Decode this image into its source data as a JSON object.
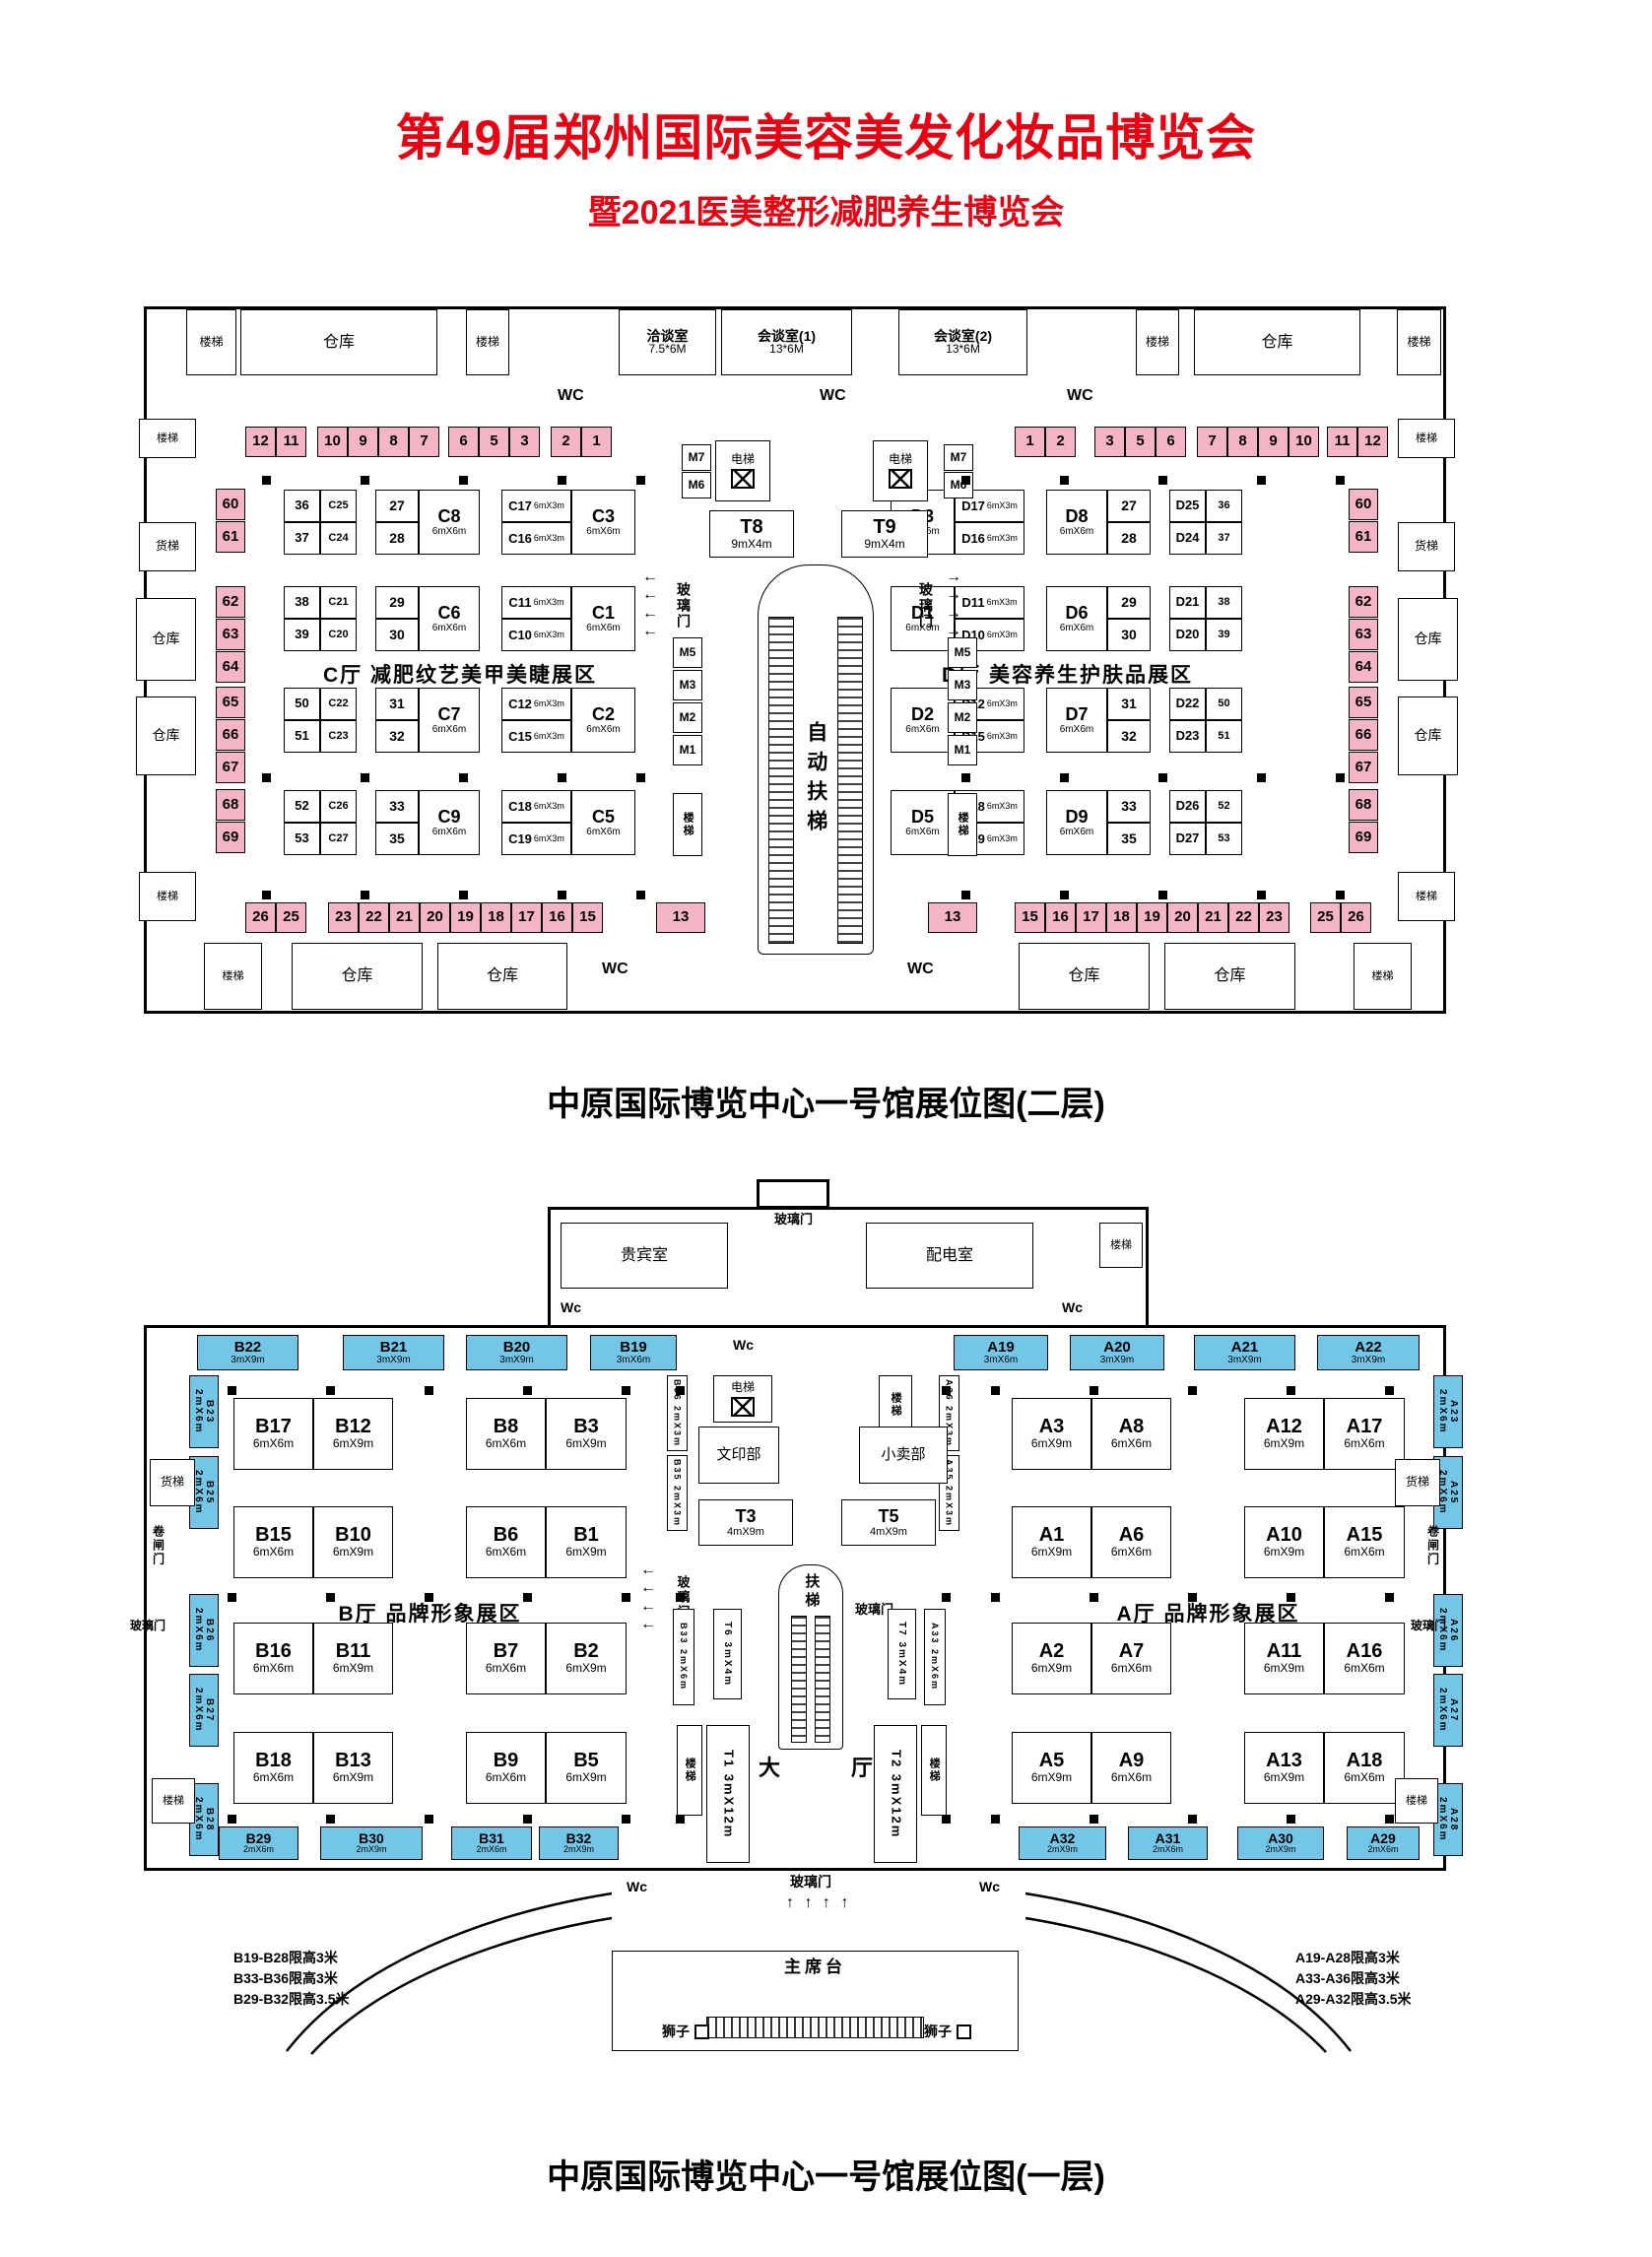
{
  "header": {
    "title": "第49届郑州国际美容美发化妆品博览会",
    "subtitle": "暨2021医美整形减肥养生博览会"
  },
  "colors": {
    "accent_red": "#E60012",
    "pink_booth": "#F5B5C6",
    "blue_booth": "#74C6E8"
  },
  "labels": {
    "stair": "楼梯",
    "warehouse": "仓库",
    "wc_upper": "WC",
    "wc_lower": "Wc",
    "elevator": "电梯",
    "freight_elevator": "货梯",
    "glass_door": "玻璃门",
    "roller_door": "卷闸门",
    "auto_escalator": "自动扶梯",
    "escalator": "扶梯",
    "print_room": "文印部",
    "kiosk": "小卖部",
    "vip_room": "贵宾室",
    "power_room": "配电室",
    "lobby_left": "大",
    "lobby_right": "厅",
    "stage": "主席台",
    "lion": "狮子",
    "booth13": "13"
  },
  "floor2": {
    "caption": "中原国际博览中心一号馆展位图(二层)",
    "hall_c_title": "C厅  减肥纹艺美甲美睫展区",
    "hall_d_title": "D厅  美容养生护肤品展区",
    "rooms": {
      "negotiation": {
        "name": "洽谈室",
        "size": "7.5*6M"
      },
      "meeting1": {
        "name": "会谈室(1)",
        "size": "13*6M"
      },
      "meeting2": {
        "name": "会谈室(2)",
        "size": "13*6M"
      }
    },
    "t8": {
      "id": "T8",
      "size": "9mX4m"
    },
    "t9": {
      "id": "T9",
      "size": "9mX4m"
    },
    "m_top": [
      "M7",
      "M6"
    ],
    "m_side": [
      "M5",
      "M3",
      "M2",
      "M1"
    ],
    "pink_top_left": [
      [
        "12",
        "11"
      ],
      [
        "10",
        "9",
        "8",
        "7"
      ],
      [
        "6",
        "5",
        "3"
      ],
      [
        "2",
        "1"
      ]
    ],
    "pink_top_right": [
      [
        "1",
        "2"
      ],
      [
        "3",
        "5",
        "6"
      ],
      [
        "7",
        "8",
        "9",
        "10"
      ],
      [
        "11",
        "12"
      ]
    ],
    "pink_bottom_left": [
      [
        "26",
        "25"
      ],
      [
        "23",
        "22",
        "21",
        "20",
        "19",
        "18",
        "17",
        "16",
        "15"
      ]
    ],
    "pink_bottom_right": [
      [
        "15",
        "16",
        "17",
        "18",
        "19",
        "20",
        "21",
        "22",
        "23"
      ],
      [
        "25",
        "26"
      ]
    ],
    "pink_side_col": [
      [
        "60",
        "61"
      ],
      [
        "62",
        "63",
        "64"
      ],
      [
        "65",
        "66",
        "67"
      ],
      [
        "68",
        "69"
      ]
    ],
    "c_rows": [
      [
        {
          "t": "duo",
          "a": [
            "36",
            "C25"
          ],
          "b": [
            "37",
            "C24"
          ]
        },
        {
          "t": "stack",
          "a": "27",
          "b": "28"
        },
        {
          "t": "big",
          "id": "C8",
          "size": "6mX6m"
        },
        {
          "t": "half",
          "a": {
            "id": "C17",
            "size": "6mX3m"
          },
          "b": {
            "id": "C16",
            "size": "6mX3m"
          }
        },
        {
          "t": "big",
          "id": "C3",
          "size": "6mX6m"
        }
      ],
      [
        {
          "t": "duo",
          "a": [
            "38",
            "C21"
          ],
          "b": [
            "39",
            "C20"
          ]
        },
        {
          "t": "stack",
          "a": "29",
          "b": "30"
        },
        {
          "t": "big",
          "id": "C6",
          "size": "6mX6m"
        },
        {
          "t": "half",
          "a": {
            "id": "C11",
            "size": "6mX3m"
          },
          "b": {
            "id": "C10",
            "size": "6mX3m"
          }
        },
        {
          "t": "big",
          "id": "C1",
          "size": "6mX6m"
        }
      ],
      [
        {
          "t": "duo",
          "a": [
            "50",
            "C22"
          ],
          "b": [
            "51",
            "C23"
          ]
        },
        {
          "t": "stack",
          "a": "31",
          "b": "32"
        },
        {
          "t": "big",
          "id": "C7",
          "size": "6mX6m"
        },
        {
          "t": "half",
          "a": {
            "id": "C12",
            "size": "6mX3m"
          },
          "b": {
            "id": "C15",
            "size": "6mX3m"
          }
        },
        {
          "t": "big",
          "id": "C2",
          "size": "6mX6m"
        }
      ],
      [
        {
          "t": "duo",
          "a": [
            "52",
            "C26"
          ],
          "b": [
            "53",
            "C27"
          ]
        },
        {
          "t": "stack",
          "a": "33",
          "b": "35"
        },
        {
          "t": "big",
          "id": "C9",
          "size": "6mX6m"
        },
        {
          "t": "half",
          "a": {
            "id": "C18",
            "size": "6mX3m"
          },
          "b": {
            "id": "C19",
            "size": "6mX3m"
          }
        },
        {
          "t": "big",
          "id": "C5",
          "size": "6mX6m"
        }
      ]
    ],
    "d_rows": [
      [
        {
          "t": "big",
          "id": "D3",
          "size": "6mX6m"
        },
        {
          "t": "half",
          "a": {
            "id": "D17",
            "size": "6mX3m"
          },
          "b": {
            "id": "D16",
            "size": "6mX3m"
          }
        },
        {
          "t": "big",
          "id": "D8",
          "size": "6mX6m"
        },
        {
          "t": "stack",
          "a": "27",
          "b": "28"
        },
        {
          "t": "duo",
          "a": [
            "D25",
            "36"
          ],
          "b": [
            "D24",
            "37"
          ]
        }
      ],
      [
        {
          "t": "big",
          "id": "D1",
          "size": "6mX6m"
        },
        {
          "t": "half",
          "a": {
            "id": "D11",
            "size": "6mX3m"
          },
          "b": {
            "id": "D10",
            "size": "6mX3m"
          }
        },
        {
          "t": "big",
          "id": "D6",
          "size": "6mX6m"
        },
        {
          "t": "stack",
          "a": "29",
          "b": "30"
        },
        {
          "t": "duo",
          "a": [
            "D21",
            "38"
          ],
          "b": [
            "D20",
            "39"
          ]
        }
      ],
      [
        {
          "t": "big",
          "id": "D2",
          "size": "6mX6m"
        },
        {
          "t": "half",
          "a": {
            "id": "D12",
            "size": "6mX3m"
          },
          "b": {
            "id": "D15",
            "size": "6mX3m"
          }
        },
        {
          "t": "big",
          "id": "D7",
          "size": "6mX6m"
        },
        {
          "t": "stack",
          "a": "31",
          "b": "32"
        },
        {
          "t": "duo",
          "a": [
            "D22",
            "50"
          ],
          "b": [
            "D23",
            "51"
          ]
        }
      ],
      [
        {
          "t": "big",
          "id": "D5",
          "size": "6mX6m"
        },
        {
          "t": "half",
          "a": {
            "id": "D18",
            "size": "6mX3m"
          },
          "b": {
            "id": "D19",
            "size": "6mX3m"
          }
        },
        {
          "t": "big",
          "id": "D9",
          "size": "6mX6m"
        },
        {
          "t": "stack",
          "a": "33",
          "b": "35"
        },
        {
          "t": "duo",
          "a": [
            "D26",
            "52"
          ],
          "b": [
            "D27",
            "53"
          ]
        }
      ]
    ]
  },
  "floor1": {
    "caption": "中原国际博览中心一号馆展位图(一层)",
    "hall_b_title": "B厅  品牌形象展区",
    "hall_a_title": "A厅  品牌形象展区",
    "blue_top": [
      {
        "id": "B22",
        "size": "3mX9m"
      },
      {
        "id": "B21",
        "size": "3mX9m"
      },
      {
        "id": "B20",
        "size": "3mX9m"
      },
      {
        "id": "B19",
        "size": "3mX6m"
      },
      {
        "id": "A19",
        "size": "3mX6m"
      },
      {
        "id": "A20",
        "size": "3mX9m"
      },
      {
        "id": "A21",
        "size": "3mX9m"
      },
      {
        "id": "A22",
        "size": "3mX9m"
      }
    ],
    "blue_bottom": [
      {
        "id": "B29",
        "size": "2mX6m"
      },
      {
        "id": "B30",
        "size": "2mX9m"
      },
      {
        "id": "B31",
        "size": "2mX6m"
      },
      {
        "id": "B32",
        "size": "2mX9m"
      },
      {
        "id": "A32",
        "size": "2mX9m"
      },
      {
        "id": "A31",
        "size": "2mX6m"
      },
      {
        "id": "A30",
        "size": "2mX9m"
      },
      {
        "id": "A29",
        "size": "2mX6m"
      }
    ],
    "blue_left": [
      {
        "id": "B23",
        "size": "2mX6m"
      },
      {
        "id": "B25",
        "size": "2mX6m"
      },
      {
        "id": "B26",
        "size": "2mX6m"
      },
      {
        "id": "B27",
        "size": "2mX6m"
      },
      {
        "id": "B28",
        "size": "2mX6m"
      }
    ],
    "blue_right": [
      {
        "id": "A23",
        "size": "2mX6m"
      },
      {
        "id": "A25",
        "size": "2mX6m"
      },
      {
        "id": "A26",
        "size": "2mX6m"
      },
      {
        "id": "A27",
        "size": "2mX6m"
      },
      {
        "id": "A28",
        "size": "2mX6m"
      }
    ],
    "b_rows": [
      [
        {
          "id": "B17",
          "size": "6mX6m"
        },
        {
          "id": "B12",
          "size": "6mX9m"
        },
        {
          "id": "B8",
          "size": "6mX6m"
        },
        {
          "id": "B3",
          "size": "6mX9m"
        }
      ],
      [
        {
          "id": "B15",
          "size": "6mX6m"
        },
        {
          "id": "B10",
          "size": "6mX9m"
        },
        {
          "id": "B6",
          "size": "6mX6m"
        },
        {
          "id": "B1",
          "size": "6mX9m"
        }
      ],
      [
        {
          "id": "B16",
          "size": "6mX6m"
        },
        {
          "id": "B11",
          "size": "6mX9m"
        },
        {
          "id": "B7",
          "size": "6mX6m"
        },
        {
          "id": "B2",
          "size": "6mX9m"
        }
      ],
      [
        {
          "id": "B18",
          "size": "6mX6m"
        },
        {
          "id": "B13",
          "size": "6mX9m"
        },
        {
          "id": "B9",
          "size": "6mX6m"
        },
        {
          "id": "B5",
          "size": "6mX9m"
        }
      ]
    ],
    "a_rows": [
      [
        {
          "id": "A3",
          "size": "6mX9m"
        },
        {
          "id": "A8",
          "size": "6mX6m"
        },
        {
          "id": "A12",
          "size": "6mX9m"
        },
        {
          "id": "A17",
          "size": "6mX6m"
        }
      ],
      [
        {
          "id": "A1",
          "size": "6mX9m"
        },
        {
          "id": "A6",
          "size": "6mX6m"
        },
        {
          "id": "A10",
          "size": "6mX9m"
        },
        {
          "id": "A15",
          "size": "6mX6m"
        }
      ],
      [
        {
          "id": "A2",
          "size": "6mX9m"
        },
        {
          "id": "A7",
          "size": "6mX6m"
        },
        {
          "id": "A11",
          "size": "6mX9m"
        },
        {
          "id": "A16",
          "size": "6mX6m"
        }
      ],
      [
        {
          "id": "A5",
          "size": "6mX9m"
        },
        {
          "id": "A9",
          "size": "6mX6m"
        },
        {
          "id": "A13",
          "size": "6mX9m"
        },
        {
          "id": "A18",
          "size": "6mX6m"
        }
      ]
    ],
    "t1": {
      "id": "T1",
      "size": "3mX12m"
    },
    "t2": {
      "id": "T2",
      "size": "3mX12m"
    },
    "t3": {
      "id": "T3",
      "size": "4mX9m"
    },
    "t5": {
      "id": "T5",
      "size": "4mX9m"
    },
    "t6": {
      "id": "T6",
      "size": "3mX4m"
    },
    "t7": {
      "id": "T7",
      "size": "3mX4m"
    },
    "strips": {
      "b36": {
        "id": "B36",
        "size": "2mX3m"
      },
      "b35": {
        "id": "B35",
        "size": "2mX3m"
      },
      "a36": {
        "id": "A36",
        "size": "2mX3m"
      },
      "a35": {
        "id": "A35",
        "size": "2mX3m"
      },
      "b33": {
        "id": "B33",
        "size": "2mX6m"
      },
      "a33": {
        "id": "A33",
        "size": "2mX6m"
      }
    },
    "notes_left": [
      "B19-B28限高3米",
      "B33-B36限高3米",
      "B29-B32限高3.5米"
    ],
    "notes_right": [
      "A19-A28限高3米",
      "A33-A36限高3米",
      "A29-A32限高3.5米"
    ]
  }
}
